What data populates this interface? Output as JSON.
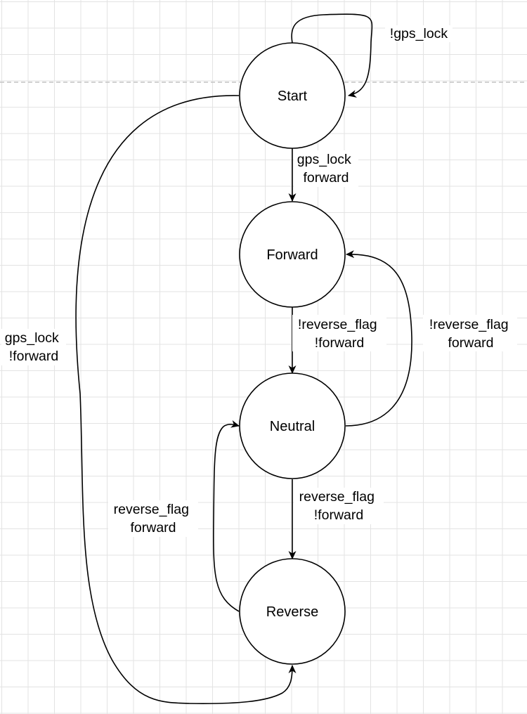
{
  "states": {
    "start": "Start",
    "forward": "Forward",
    "neutral": "Neutral",
    "reverse": "Reverse"
  },
  "transitions": {
    "start_self": [
      "!gps_lock"
    ],
    "start_to_forward": [
      "gps_lock",
      "forward"
    ],
    "start_to_reverse": [
      "gps_lock",
      "!forward"
    ],
    "forward_to_neutral": [
      "!reverse_flag",
      "!forward"
    ],
    "neutral_to_forward": [
      "!reverse_flag",
      "forward"
    ],
    "neutral_to_reverse": [
      "reverse_flag",
      "!forward"
    ],
    "reverse_to_neutral": [
      "reverse_flag",
      "forward"
    ]
  },
  "colors": {
    "stroke": "#000000",
    "fill": "#ffffff",
    "grid": "#e3e3e3",
    "page_break": "#c4c4c4"
  }
}
